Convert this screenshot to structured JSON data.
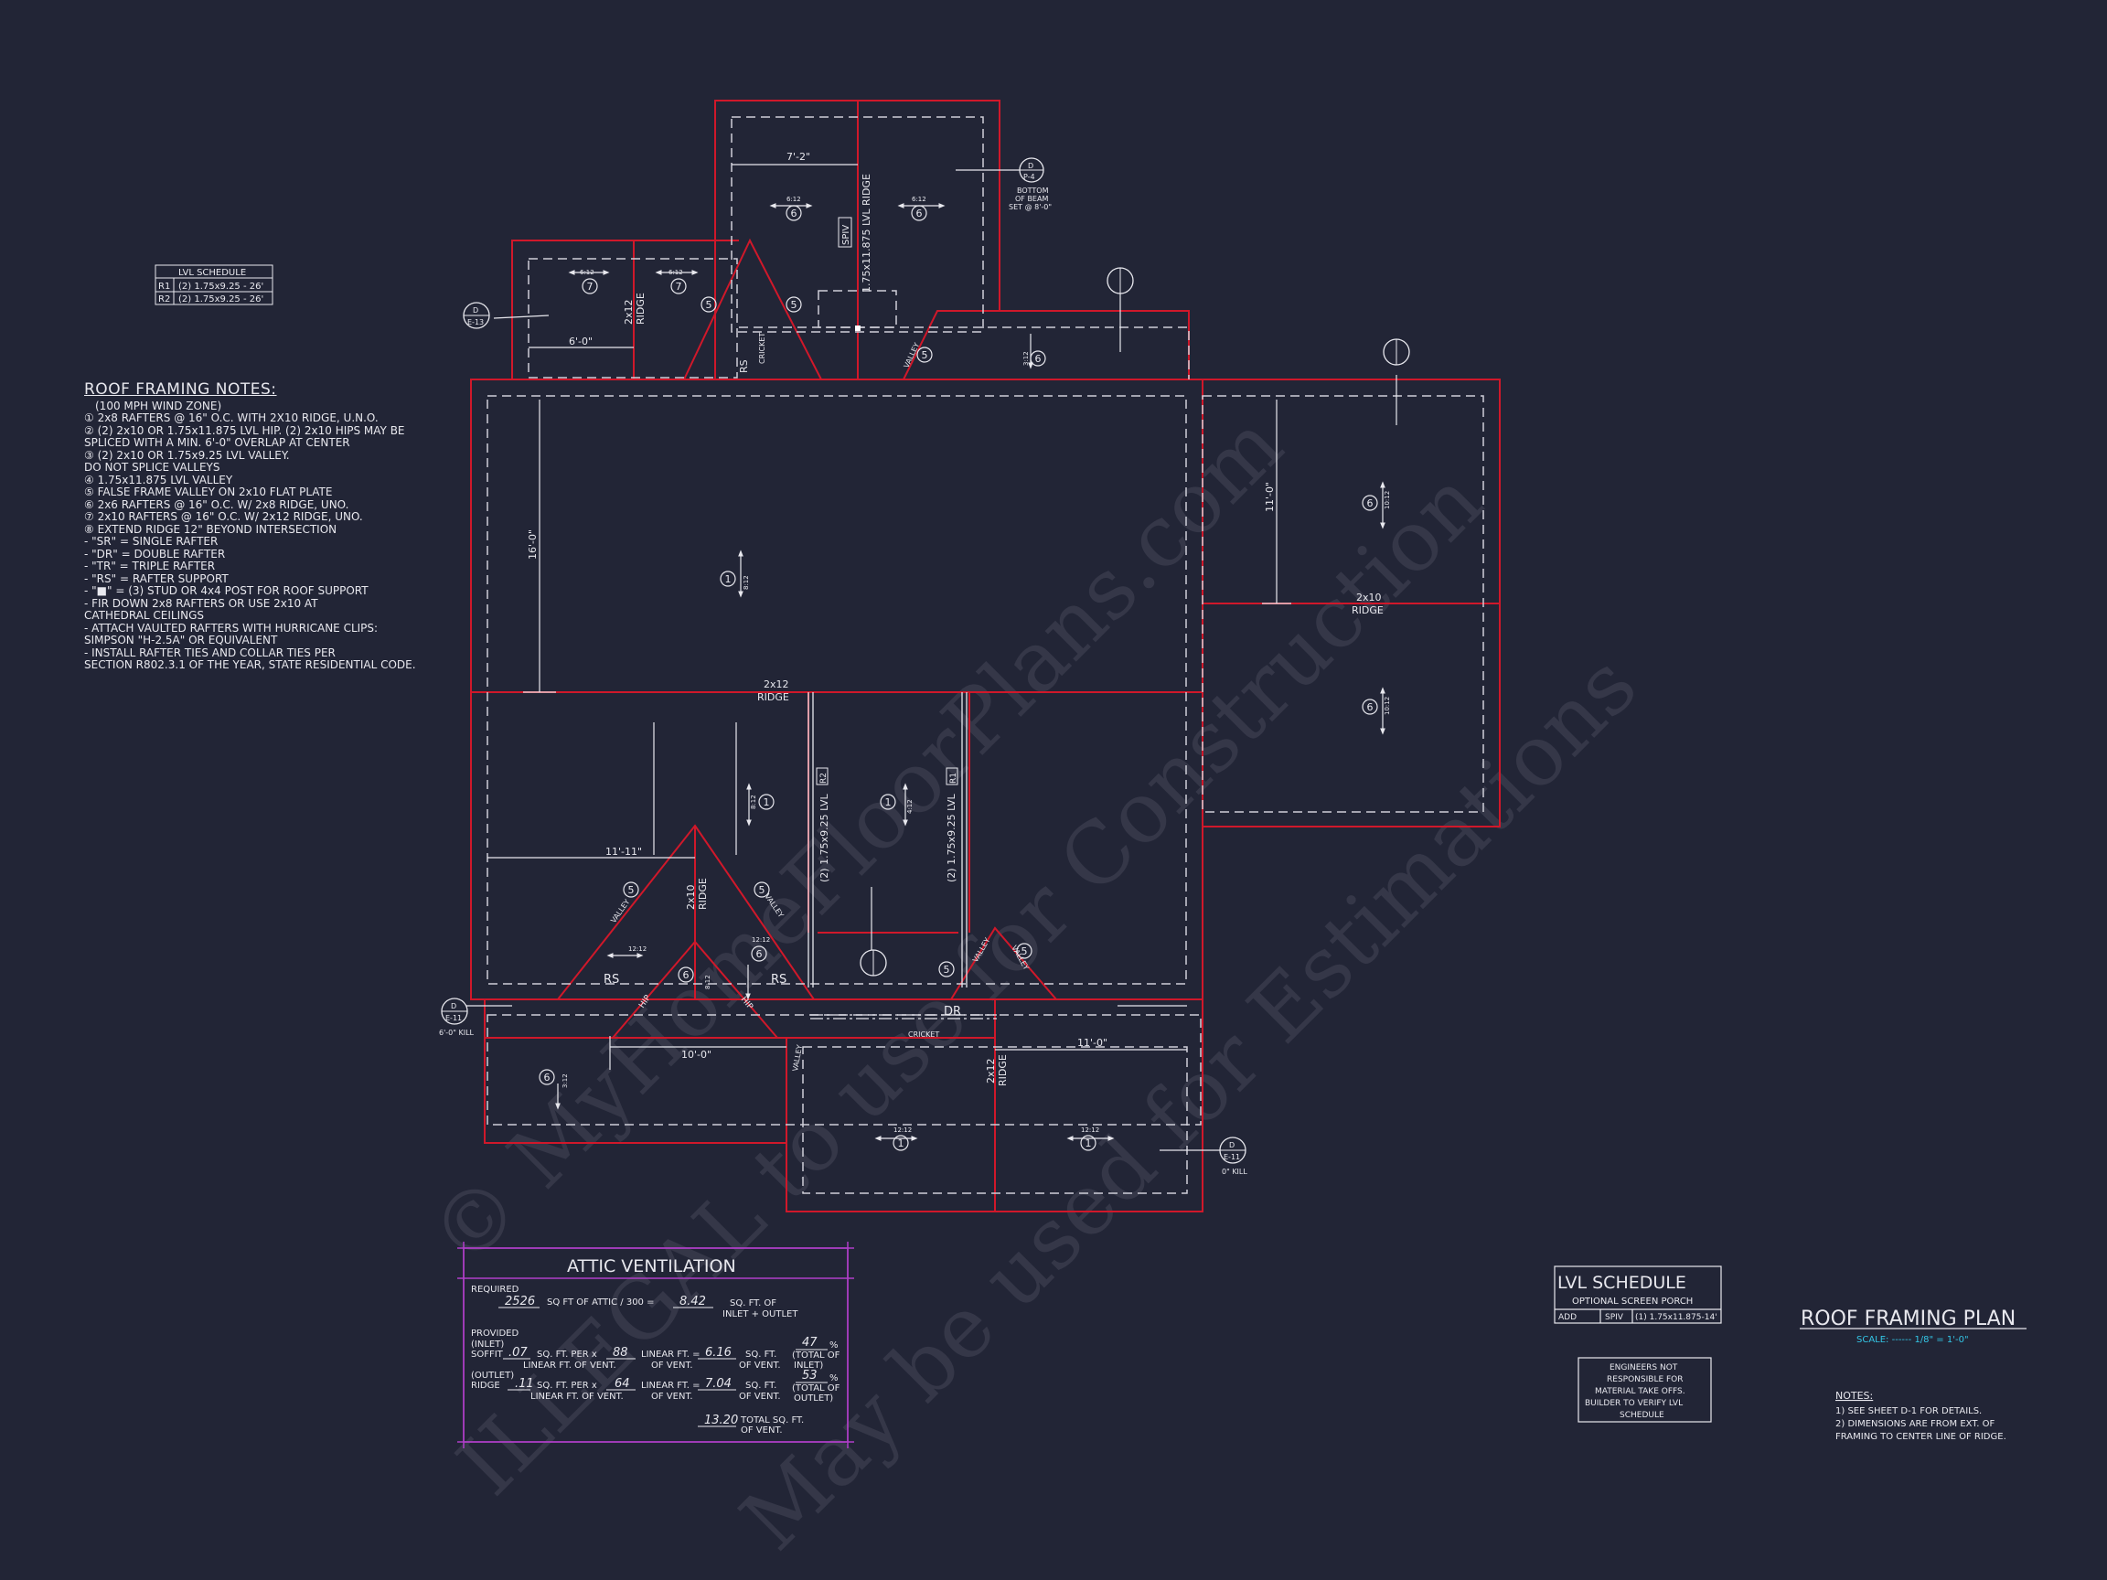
{
  "watermark": {
    "line1": "© MyHomeFloorPlans.com",
    "line2": "ILLEGAL to use for Construction",
    "line3": "May be used for Estimations"
  },
  "lvl_schedule_small": {
    "title": "LVL SCHEDULE",
    "rows": [
      {
        "id": "R1",
        "desc": "(2) 1.75x9.25 - 26'"
      },
      {
        "id": "R2",
        "desc": "(2) 1.75x9.25 - 26'"
      }
    ]
  },
  "roof_notes": {
    "title": "ROOF FRAMING NOTES:",
    "lines": [
      "(100 MPH WIND ZONE)",
      "① 2x8 RAFTERS @ 16\" O.C. WITH 2X10 RIDGE, U.N.O.",
      "② (2) 2x10 OR 1.75x11.875 LVL HIP. (2) 2x10 HIPS MAY BE",
      "    SPLICED WITH A MIN. 6'-0\" OVERLAP AT CENTER",
      "③ (2) 2x10 OR 1.75x9.25 LVL VALLEY.",
      "    DO NOT SPLICE VALLEYS",
      "④ 1.75x11.875 LVL VALLEY",
      "⑤ FALSE FRAME VALLEY ON 2x10 FLAT PLATE",
      "⑥ 2x6 RAFTERS @ 16\" O.C. W/ 2x8 RIDGE, UNO.",
      "⑦ 2x10 RAFTERS @ 16\" O.C. W/ 2x12 RIDGE, UNO.",
      "⑧ EXTEND RIDGE 12\" BEYOND INTERSECTION",
      "-  \"SR\" = SINGLE RAFTER",
      "-  \"DR\" = DOUBLE RAFTER",
      "-  \"TR\" = TRIPLE RAFTER",
      "-  \"RS\" = RAFTER SUPPORT",
      "-  \"■\"  = (3) STUD OR 4x4 POST FOR ROOF SUPPORT",
      "-  FIR DOWN 2x8 RAFTERS OR USE 2x10 AT",
      "    CATHEDRAL CEILINGS",
      "-  ATTACH VAULTED RAFTERS WITH HURRICANE CLIPS:",
      "    SIMPSON \"H-2.5A\" OR EQUIVALENT",
      "-  INSTALL RAFTER TIES AND COLLAR TIES PER",
      "    SECTION R802.3.1 OF THE YEAR, STATE RESIDENTIAL CODE."
    ]
  },
  "plan_labels": {
    "dim_7_2": "7'-2\"",
    "dim_6_0": "6'-0\"",
    "dim_16_0": "16'-0\"",
    "dim_11_0": "11'-0\"",
    "dim_11_11": "11'-11\"",
    "dim_10_0": "10'-0\"",
    "dim_11_0b": "11'-0\"",
    "ridge_2x12": "2x12",
    "ridge_word": "RIDGE",
    "ridge_2x10": "2x10",
    "lvl_ridge": "1.75x11.875 LVL RIDGE",
    "lvl_left": "(2) 1.75x9.25 LVL",
    "lvl_right": "(2) 1.75x9.25 LVL",
    "r2": "R2",
    "r1": "R1",
    "spiv": "SPIV",
    "cricket": "CRICKET",
    "rs": "RS",
    "dr": "DR",
    "valley": "VALLEY",
    "hip": "HIP",
    "pitch_6_12": "6:12",
    "pitch_10_12": "10:12",
    "pitch_8_12": "8:12",
    "pitch_3_12": "3:12",
    "pitch_12_12": "12:12",
    "pitch_4_12": "4:12",
    "bottom_beam": [
      "BOTTOM",
      "OF BEAM",
      "SET @ 8'-0\""
    ],
    "kill_6": "6'-0\" KILL",
    "kill_0": "0\" KILL",
    "d": "D",
    "e11": "E-11",
    "e13": "E-13",
    "p4": "P-4"
  },
  "attic": {
    "title": "ATTIC VENTILATION",
    "required": "REQUIRED",
    "sqft_attic": "2526",
    "sqft_attic_label": "SQ FT OF ATTIC / 300 =",
    "sqft_required": "8.42",
    "sqft_of": "SQ. FT. OF",
    "inlet_outlet": "INLET + OUTLET",
    "provided": "PROVIDED",
    "inlet": "(INLET)",
    "soffit": "SOFFIT",
    "soffit_val": ".07",
    "sq_ft_per": "SQ. FT. PER x",
    "linear_ft_vent": "LINEAR FT. OF VENT.",
    "soffit_lf": "88",
    "linear_ft": "LINEAR FT. =",
    "of_vent": "OF VENT.",
    "soffit_total": "6.16",
    "sq_ft": "SQ. FT.",
    "soffit_pct": "47",
    "pct": "%",
    "total_of": "(TOTAL OF",
    "inlet_close": "INLET)",
    "outlet": "(OUTLET)",
    "ridge": "RIDGE",
    "ridge_val": ".11",
    "ridge_lf": "64",
    "ridge_total": "7.04",
    "ridge_pct": "53",
    "outlet_close": "OUTLET)",
    "grand_total": "13.20",
    "total_sq_ft": "TOTAL  SQ. FT.",
    "of_vent2": "OF VENT."
  },
  "lvl_schedule": {
    "title": "LVL SCHEDULE",
    "subtitle": "OPTIONAL SCREEN PORCH",
    "col1": "ADD",
    "col2": "SPIV",
    "col3": "(1) 1.75x11.875-14'"
  },
  "engineers_note": [
    "ENGINEERS NOT",
    "RESPONSIBLE FOR",
    "MATERIAL TAKE OFFS.",
    "BUILDER TO VERIFY LVL",
    "SCHEDULE"
  ],
  "plan_title": {
    "title": "ROOF FRAMING PLAN",
    "scale": "SCALE: ------ 1/8\" = 1'-0\""
  },
  "notes_bottom": {
    "title": "NOTES:",
    "lines": [
      "1)  SEE SHEET D-1 FOR DETAILS.",
      "2)  DIMENSIONS ARE FROM EXT. OF",
      "     FRAMING TO CENTER LINE OF RIDGE."
    ]
  },
  "colors": {
    "background": "#222536",
    "roof_outline": "#d0182a",
    "dashed_wall": "#cfcfd8",
    "attic_border": "#b03fc8",
    "scale_text": "#33c6e6"
  }
}
